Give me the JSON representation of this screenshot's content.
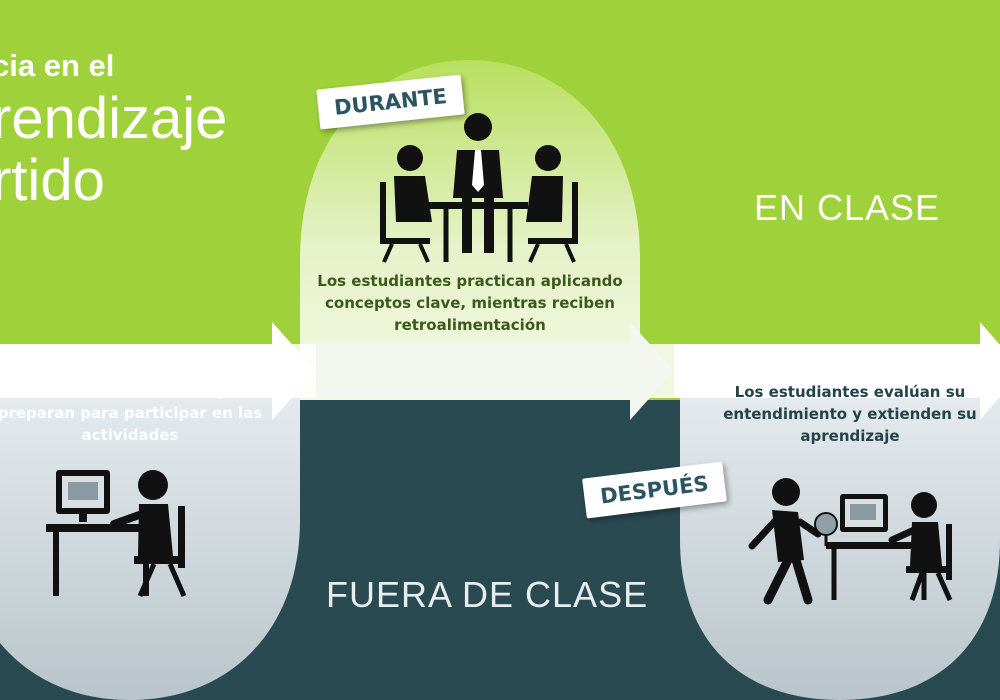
{
  "title": {
    "line1": "cia en el",
    "line2": "rendizaje",
    "line3": "rtido"
  },
  "zones": {
    "in_class": "EN CLASE",
    "out_class": "FUERA DE CLASE"
  },
  "stages": {
    "during": {
      "tag": "DURANTE",
      "text": "Los estudiantes practican aplicando conceptos clave, mientras reciben retroalimentación"
    },
    "before": {
      "text": "os estudiantes estudian y se preparan para participar en las actividades"
    },
    "after": {
      "tag": "DESPUÉS",
      "text": "Los estudiantes evalúan su entendimiento y extienden su aprendizaje"
    }
  },
  "icons": [
    "meeting-group-icon",
    "student-computer-icon",
    "walking-student-globe-icon"
  ],
  "colors": {
    "green": "#9fd23a",
    "dark_teal": "#2a4a52",
    "arrow": "#ffffff",
    "bubble": "#d8dfe3"
  }
}
